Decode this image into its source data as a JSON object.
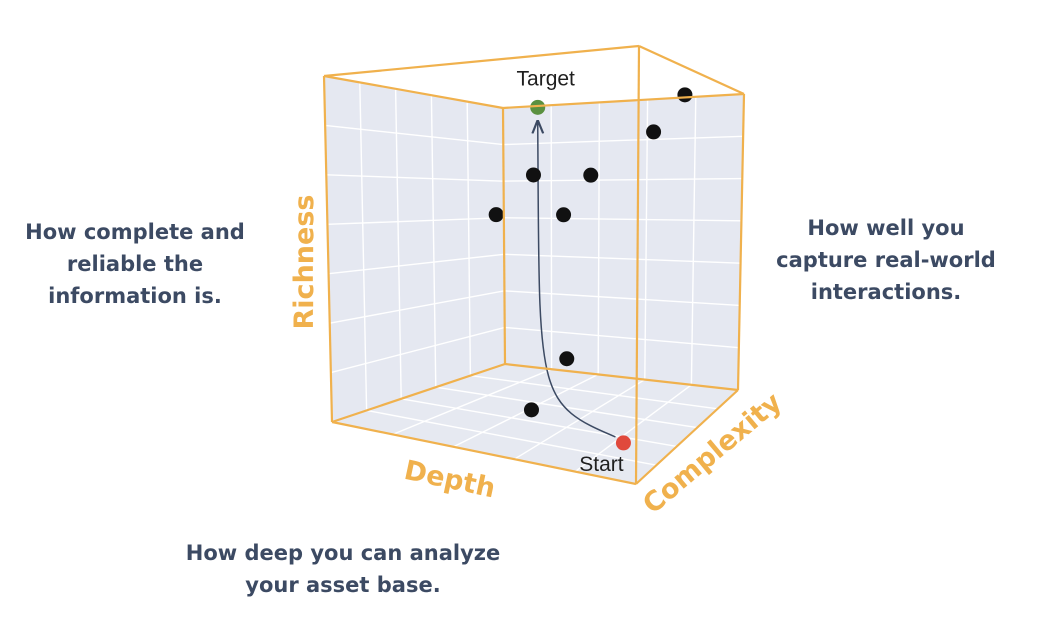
{
  "chart_data": {
    "type": "scatter",
    "dimensions": 3,
    "axes": {
      "x": {
        "label": "Depth"
      },
      "y": {
        "label": "Complexity"
      },
      "z": {
        "label": "Richness"
      }
    },
    "grid": true,
    "points": [
      {
        "label": "Start",
        "x": 0.93,
        "y": 0.08,
        "z": 0.07,
        "color": "#e0493c"
      },
      {
        "label": "Target",
        "x": 0.42,
        "y": 0.55,
        "z": 0.93,
        "color": "#5a9040"
      },
      {
        "label": "",
        "x": 0.36,
        "y": 0.38,
        "z": 0.6,
        "color": "#111111"
      },
      {
        "label": "",
        "x": 0.42,
        "y": 0.52,
        "z": 0.72,
        "color": "#111111"
      },
      {
        "label": "",
        "x": 0.54,
        "y": 0.5,
        "z": 0.6,
        "color": "#111111"
      },
      {
        "label": "",
        "x": 0.58,
        "y": 0.62,
        "z": 0.72,
        "color": "#111111"
      },
      {
        "label": "",
        "x": 0.74,
        "y": 0.78,
        "z": 0.86,
        "color": "#111111"
      },
      {
        "label": "",
        "x": 0.78,
        "y": 0.95,
        "z": 1.0,
        "color": "#111111"
      },
      {
        "label": "",
        "x": 0.66,
        "y": 0.27,
        "z": 0.22,
        "color": "#111111"
      },
      {
        "label": "",
        "x": 0.56,
        "y": 0.22,
        "z": 0.08,
        "color": "#111111"
      }
    ],
    "trajectory": {
      "from": "Start",
      "to": "Target"
    }
  },
  "descriptions": {
    "richness": "How complete and reliable the information is.",
    "complexity": "How well you capture real-world interactions.",
    "depth": "How deep you can analyze your asset base."
  },
  "colors": {
    "box_edge": "#f0b14d",
    "axis_label": "#f0b14d",
    "pane": "#e5e8f1",
    "floor": "#e6e9f1",
    "grid": "#ffffff",
    "arrow": "#3c4a63",
    "description_text": "#3c4a63"
  }
}
